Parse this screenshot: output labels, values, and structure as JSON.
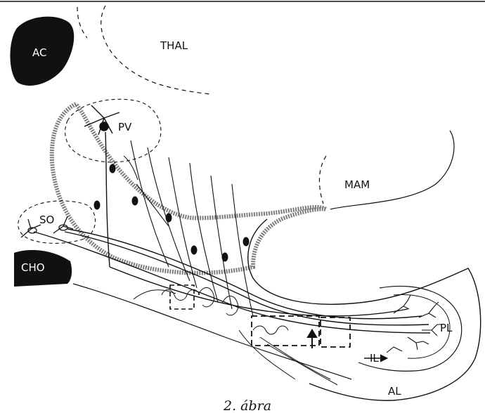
{
  "labels": {
    "ac": "AC",
    "thal": "THAL",
    "pv": "PV",
    "mam": "MAM",
    "so": "SO",
    "cho": "CHO",
    "pl": "PL",
    "il": "IL",
    "al": "AL"
  },
  "caption": "2. ábra",
  "colors": {
    "ink": "#111111",
    "paper": "#ffffff"
  }
}
